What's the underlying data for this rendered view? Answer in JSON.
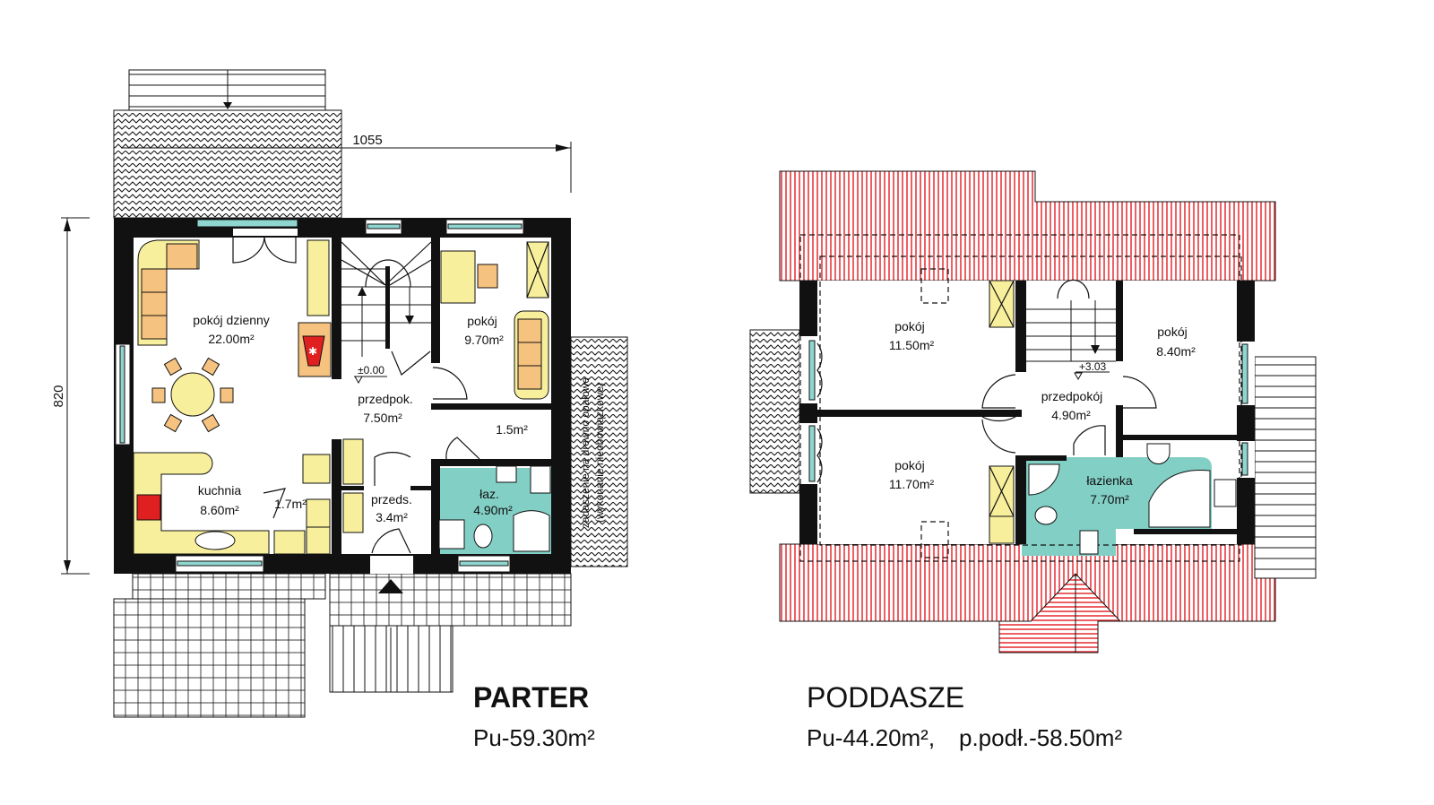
{
  "ground_floor": {
    "title": "PARTER",
    "usable_area": "Pu-59.30m²",
    "dimension_width": "1055",
    "dimension_depth": "820",
    "level_mark": "±0.00",
    "woodshed_note_line1": "zadaszenie na drewno opałowe",
    "woodshed_note_line2": "(wykonanie nieobowiązkowe)",
    "rooms": [
      {
        "name": "pokój dzienny",
        "area": "22.00m²"
      },
      {
        "name": "pokój",
        "area": "9.70m²"
      },
      {
        "name": "przedpok.",
        "area": "7.50m²"
      },
      {
        "name": "",
        "area": "1.5m²"
      },
      {
        "name": "kuchnia",
        "area": "8.60m²"
      },
      {
        "name": "",
        "area": "1.7m²"
      },
      {
        "name": "przeds.",
        "area": "3.4m²"
      },
      {
        "name": "łaz.",
        "area": "4.90m²"
      }
    ]
  },
  "attic": {
    "title": "PODDASZE",
    "usable_area": "Pu-44.20m²,",
    "floor_area": "p.podł.-58.50m²",
    "level_mark": "+3.03",
    "rooms": [
      {
        "name": "pokój",
        "area": "11.50m²"
      },
      {
        "name": "pokój",
        "area": "8.40m²"
      },
      {
        "name": "przedpokój",
        "area": "4.90m²"
      },
      {
        "name": "pokój",
        "area": "11.70m²"
      },
      {
        "name": "łazienka",
        "area": "7.70m²"
      }
    ]
  },
  "colors": {
    "walls": "#111111",
    "furniture": "#f8ef9c",
    "upholstery": "#f6c27f",
    "bathroom": "#82cfc6",
    "roof": "#e8383d",
    "fireplace": "#e02020",
    "window": "#8fd6d0"
  }
}
